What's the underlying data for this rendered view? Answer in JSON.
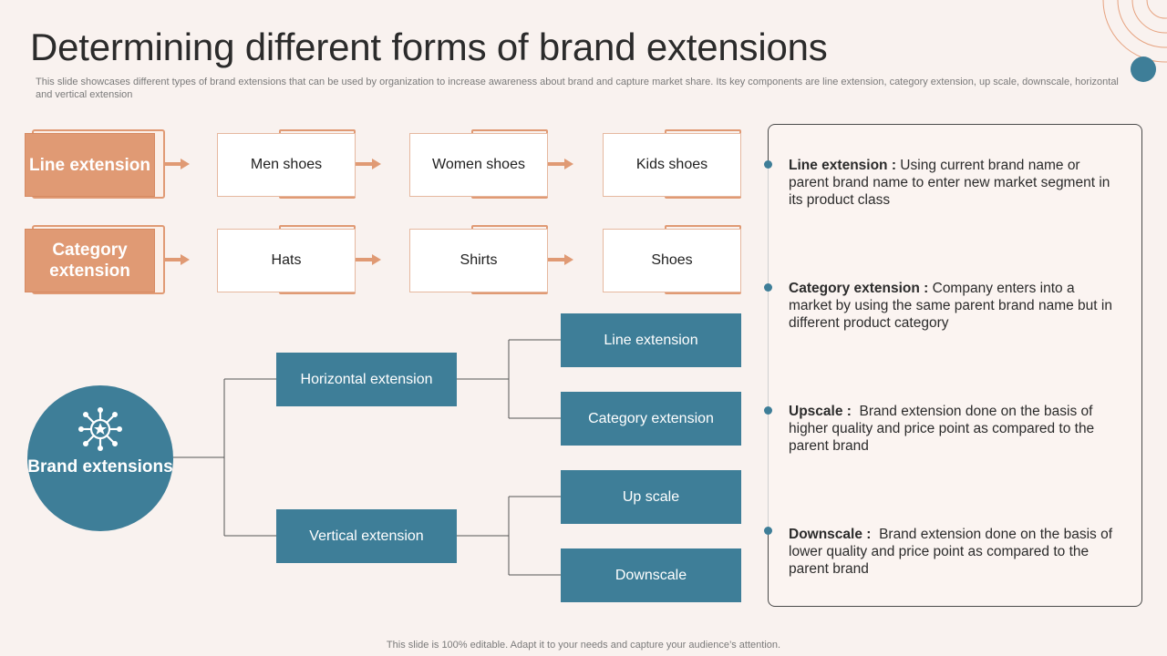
{
  "header": {
    "title": "Determining different forms of brand extensions",
    "subtitle": "This slide showcases different types of brand extensions that can be used by organization to increase awareness about brand and capture market share. Its key components are line extension, category extension, up scale, downscale, horizontal and vertical extension"
  },
  "top_rows": [
    {
      "label": "Line extension",
      "items": [
        "Men shoes",
        "Women shoes",
        "Kids shoes"
      ]
    },
    {
      "label": "Category extension",
      "items": [
        "Hats",
        "Shirts",
        "Shoes"
      ]
    }
  ],
  "tree": {
    "root": "Brand extensions",
    "branches": [
      {
        "label": "Horizontal extension",
        "children": [
          "Line extension",
          "Category extension"
        ]
      },
      {
        "label": "Vertical extension",
        "children": [
          "Up scale",
          "Downscale"
        ]
      }
    ]
  },
  "definitions": [
    {
      "term": "Line extension :",
      "text": " Using current brand name or parent brand name to enter new market segment in its product class"
    },
    {
      "term": "Category extension :",
      "text": " Company enters into a market by using the same parent brand name but in different product category"
    },
    {
      "term": "Upscale :",
      "text": "  Brand extension done on the basis of higher quality and price point as compared to the parent brand"
    },
    {
      "term": "Downscale :",
      "text": "  Brand extension done on the basis of lower quality and price point as compared to the parent brand"
    }
  ],
  "footer": "This slide is 100% editable. Adapt it to your needs and capture your audience’s attention.",
  "colors": {
    "orange": "#e09a74",
    "teal": "#3e7e98",
    "background": "#f9f2ef"
  },
  "icons": {
    "brand": "network-star-icon",
    "decor": "concentric-arcs-icon"
  }
}
